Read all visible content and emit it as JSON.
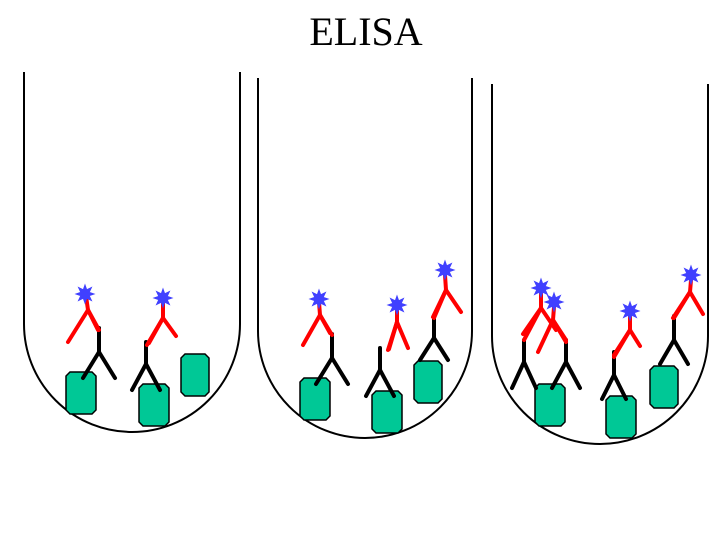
{
  "title": "ELISA",
  "colors": {
    "background": "#ffffff",
    "well_outline": "#000000",
    "capture_antibody": "#000000",
    "detection_antibody": "#ff0000",
    "antigen_fill": "#00c896",
    "antigen_outline": "#000000",
    "enzyme_label": "#4040ff"
  },
  "wells": [
    {
      "antigens": 3,
      "capture_antibodies": 2,
      "detection_antibodies": 2,
      "enzyme_labels": 2
    },
    {
      "antigens": 3,
      "capture_antibodies": 3,
      "detection_antibodies": 3,
      "enzyme_labels": 3
    },
    {
      "antigens": 3,
      "capture_antibodies": 4,
      "detection_antibodies": 4,
      "enzyme_labels": 4
    }
  ]
}
